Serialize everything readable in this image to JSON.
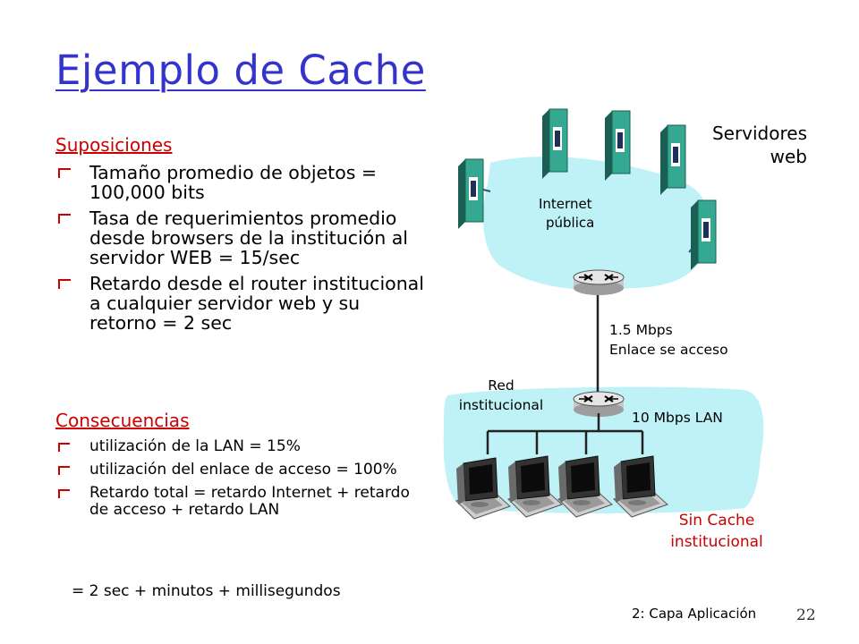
{
  "slide": {
    "title": "Ejemplo de Cache",
    "assumptions_heading": "Suposiciones",
    "assumptions": [
      "Tamaño promedio de objetos = 100,000 bits",
      "Tasa de requerimientos promedio desde browsers de la institución al servidor WEB = 15/sec",
      "Retardo desde el router institucional a cualquier servidor web y su retorno = 2 sec"
    ],
    "consequences_heading": "Consecuencias",
    "consequences": [
      "utilización de la LAN = 15%",
      "utilización del enlace de acceso = 100%",
      "Retardo total = retardo Internet + retardo de acceso + retardo LAN"
    ],
    "formula": "= 2 sec + minutos + millisegundos"
  },
  "diagram": {
    "servers_label_line1": "Servidores",
    "servers_label_line2": "web",
    "internet_line1": "Internet",
    "internet_line2": "pública",
    "link_speed": "1.5 Mbps",
    "link_name": "Enlace se acceso",
    "inst_net_line1": "Red",
    "inst_net_line2": "institucional",
    "lan_speed": "10 Mbps LAN",
    "no_cache_line1": "Sin Cache",
    "no_cache_line2": "institucional"
  },
  "footer": {
    "chapter": "2: Capa Aplicación",
    "page": "22"
  },
  "colors": {
    "title": "#3434cc",
    "accent_red": "#cc0000",
    "cloud": "#bff2f7",
    "device": "#2f9c88"
  }
}
